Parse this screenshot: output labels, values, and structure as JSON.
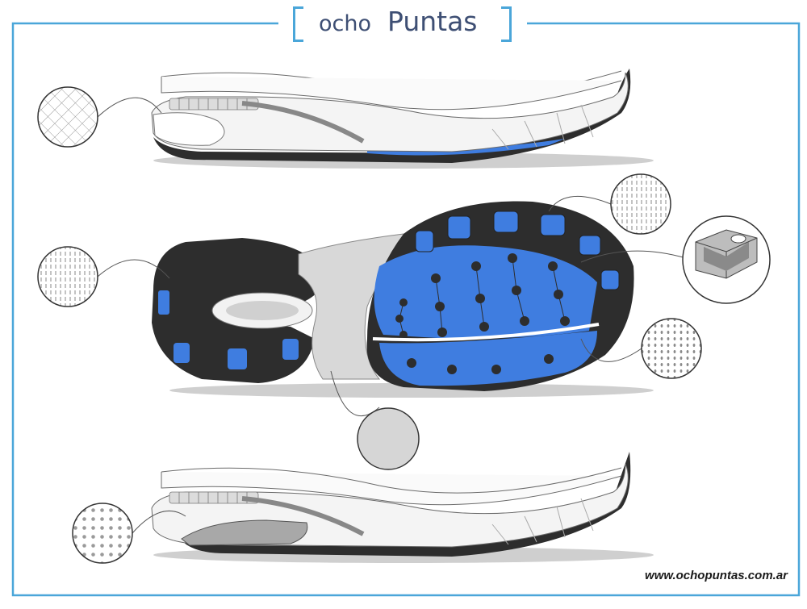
{
  "brand": {
    "word1": "ocho",
    "word2": "Puntas"
  },
  "footer": {
    "website": "www.ochopuntas.com.ar"
  },
  "colors": {
    "frame": "#4aa6d9",
    "brand_text": "#3e4f74",
    "sole_blue": "#3f7de0",
    "sole_dark": "#2d2d2d",
    "callout_line": "#555555"
  },
  "icons": {
    "callouts": [
      "crosshatch-texture-icon",
      "vertical-dash-texture-icon",
      "vertical-dash-texture-icon",
      "flex-groove-insert-icon",
      "dot-grid-texture-icon",
      "gray-material-swatch-icon",
      "large-dot-texture-icon"
    ]
  }
}
